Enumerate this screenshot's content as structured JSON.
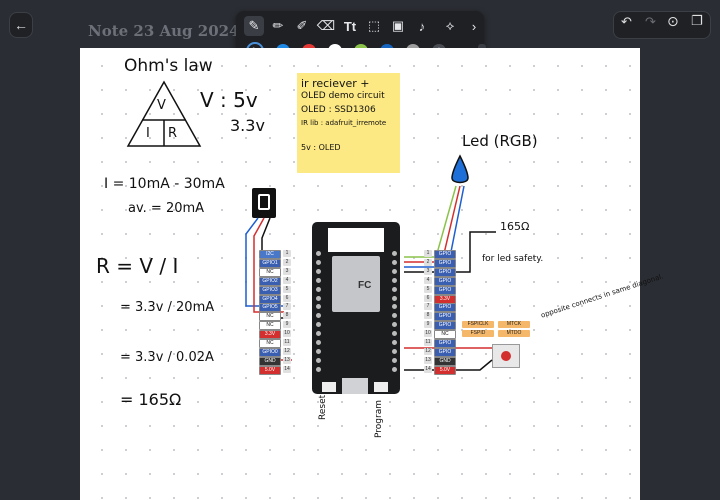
{
  "header": {
    "title": "Note 23 Aug 2024",
    "back_icon": "arrow-left-icon",
    "undo_icon": "undo-icon",
    "redo_icon": "redo-icon",
    "more_icon": "more-icon",
    "pages_icon": "pages-icon"
  },
  "toolbar": {
    "tools": [
      "pen-icon",
      "pencil-icon",
      "highlighter-icon",
      "eraser-icon",
      "text-icon",
      "select-icon",
      "image-icon",
      "mic-icon",
      "lasso-icon",
      "chevron-right-icon"
    ],
    "colors": [
      "#1e88e5",
      "#e53935",
      "#ffffff",
      "#8bc34a",
      "#1565c0",
      "#9e9e9e"
    ],
    "add_label": "+"
  },
  "note": {
    "ohms_title": "Ohm's law",
    "tri_v": "V",
    "tri_i": "I",
    "tri_r": "R",
    "v_line1": "V : 5v",
    "v_line2": "3.3v",
    "i_line1": "I = 10mA - 30mA",
    "i_line2": "av. = 20mA",
    "r_formula": "R = V / I",
    "r_step1": "= 3.3v / 20mA",
    "r_step2": "= 3.3v / 0.02A",
    "r_result": "= 165Ω",
    "led_label": "Led (RGB)",
    "resistor_label": "165Ω",
    "led_safety": "for led safety.",
    "opposite_note": "opposite connects in same diagonal.",
    "reset_label": "Reset",
    "program_label": "Program"
  },
  "sticky": {
    "lines": [
      "ir reciever +",
      "OLED demo circuit",
      "OLED : SSD1306",
      "IR lib : adafruit_irremote",
      "",
      "5v : OLED"
    ]
  },
  "board": {
    "left_pins": [
      {
        "label": "I2C",
        "color": "#4a78c8"
      },
      {
        "label": "GPIO1",
        "color": "#3b5fb0"
      },
      {
        "label": "NC",
        "color": "#ffffff"
      },
      {
        "label": "GPIO2",
        "color": "#3b5fb0"
      },
      {
        "label": "GPIO3",
        "color": "#3b5fb0"
      },
      {
        "label": "GPIO4",
        "color": "#3b5fb0"
      },
      {
        "label": "GPIO5",
        "color": "#3b5fb0"
      },
      {
        "label": "NC",
        "color": "#ffffff"
      },
      {
        "label": "NC",
        "color": "#ffffff"
      },
      {
        "label": "3.3V",
        "color": "#d32f2f"
      },
      {
        "label": "NC",
        "color": "#ffffff"
      },
      {
        "label": "GPIO0",
        "color": "#3b5fb0"
      },
      {
        "label": "GND",
        "color": "#333333"
      },
      {
        "label": "5.0V",
        "color": "#d32f2f"
      }
    ],
    "right_pins": [
      {
        "label": "GPIO",
        "color": "#3b5fb0"
      },
      {
        "label": "GPIO",
        "color": "#3b5fb0"
      },
      {
        "label": "GPIO",
        "color": "#3b5fb0"
      },
      {
        "label": "GPIO",
        "color": "#3b5fb0"
      },
      {
        "label": "GPIO",
        "color": "#3b5fb0"
      },
      {
        "label": "3.3V",
        "color": "#d32f2f"
      },
      {
        "label": "GPIO",
        "color": "#3b5fb0"
      },
      {
        "label": "GPIO",
        "color": "#3b5fb0"
      },
      {
        "label": "GPIO",
        "color": "#3b5fb0"
      },
      {
        "label": "NC",
        "color": "#ffffff"
      },
      {
        "label": "GPIO",
        "color": "#3b5fb0"
      },
      {
        "label": "GPIO",
        "color": "#3b5fb0"
      },
      {
        "label": "GND",
        "color": "#333333"
      },
      {
        "label": "5.0V",
        "color": "#d32f2f"
      }
    ],
    "spi_tags": [
      "FSPICLK",
      "MTCK",
      "FSPID",
      "MTDO"
    ],
    "chip_text": "FC"
  }
}
